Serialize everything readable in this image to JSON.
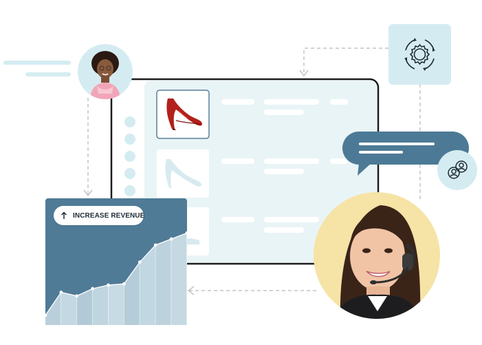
{
  "badge": {
    "label": "INCREASE REVENUE",
    "icon": "arrow-up-icon"
  },
  "chart_data": {
    "type": "area",
    "x": [
      0,
      1,
      2,
      3,
      4,
      5,
      6,
      7,
      8,
      9
    ],
    "values": [
      0.08,
      0.27,
      0.24,
      0.3,
      0.33,
      0.34,
      0.52,
      0.66,
      0.71,
      0.76
    ],
    "ylim": [
      0,
      1
    ],
    "grid": false,
    "legend": "none",
    "title": "",
    "xlabel": "",
    "ylabel": ""
  },
  "colors": {
    "chart_panel": "#4f7b96",
    "area_fill": "#c8dce6",
    "browser_bg": "#e9f4f6",
    "chat_bubble": "#4c7a96",
    "icon_tile": "#d4ecf1",
    "agent_circle": "#f6e3a6",
    "dashed": "#c8c8c8"
  },
  "icons": {
    "settings": "gear-cycle-icon",
    "users": "users-icon",
    "shoe_1": "red-heel-shoe",
    "shoe_2": "heel-shoe-outline",
    "shoe_3": "flat-shoe-outline"
  }
}
